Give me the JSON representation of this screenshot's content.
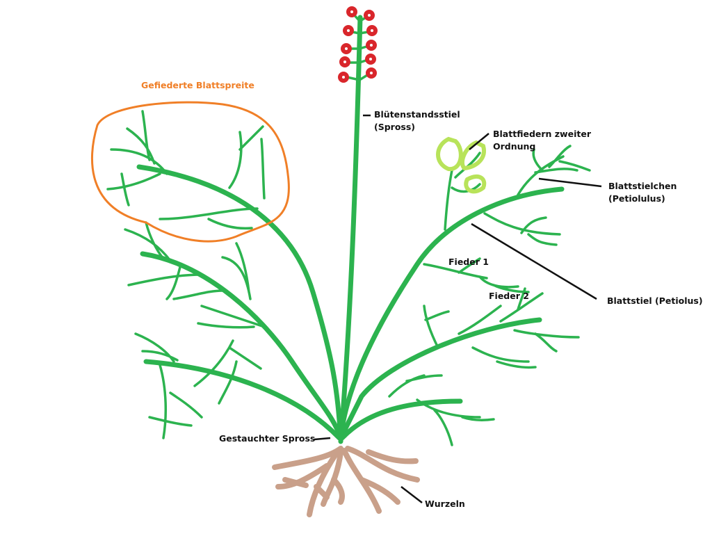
{
  "title_label": "Gefiederte Blattspreite",
  "labels": {
    "inflorescence_stalk": [
      "Blütenstandsstiel",
      "(Spross)"
    ],
    "second_order_leaflets": [
      "Blattfiedern zweiter",
      "Ordnung"
    ],
    "petiolule": [
      "Blattstielchen",
      "(Petiolulus)"
    ],
    "pinna_1": "Fieder 1",
    "pinna_2": "Fieder 2",
    "petiole": "Blattstiel (Petiolus)",
    "compressed_shoot": "Gestauchter Spross",
    "roots": "Wurzeln"
  },
  "colors": {
    "plant": "#2cb34f",
    "flowers": "#d9262b",
    "highlight": "#f07f27",
    "leaflets": "#b8e35a",
    "roots": "#c9a08a"
  }
}
